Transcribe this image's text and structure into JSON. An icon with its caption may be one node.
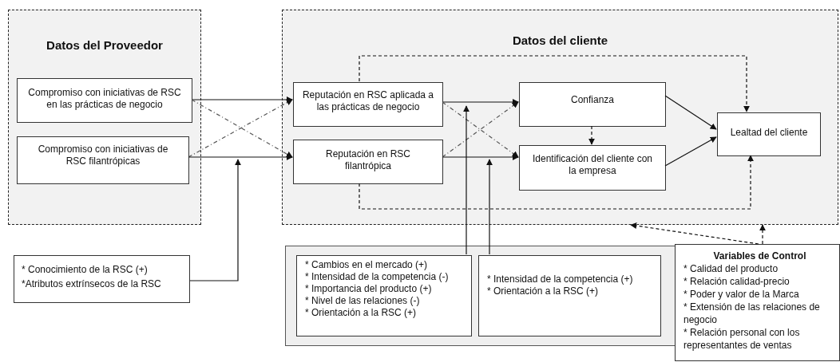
{
  "diagram": {
    "nodes": [
      {
        "text": [
          "Datos del Proveedor"
        ]
      },
      {
        "text": [
          "Compromiso con iniciativas de RSC en las prácticas de negocio"
        ],
        "in": 0
      },
      {
        "text": [
          "Compromiso con iniciativas de RSC filantrópicas"
        ],
        "in": 0
      },
      {
        "text": [
          "Datos del cliente"
        ]
      },
      {
        "text": [
          "Reputación en RSC aplicada a las prácticas de negocio"
        ],
        "in": 3
      },
      {
        "text": [
          "Reputación en RSC filantrópica"
        ],
        "in": 3
      },
      {
        "text": [
          "Confianza"
        ],
        "in": 3
      },
      {
        "text": [
          "Identificación del cliente con la empresa"
        ],
        "in": 3
      },
      {
        "text": [
          "Lealtad del cliente"
        ],
        "in": 3
      },
      {
        "text": [
          "* Conocimiento de la RSC (+)",
          "*Atributos extrínsecos de la RSC"
        ]
      },
      {
        "text": [],
        "shape": "box"
      },
      {
        "text": [
          "* Cambios en el mercado (+)",
          "* Intensidad de la competencia (-)",
          "* Importancia del producto (+)",
          "* Nivel de las relaciones (-)",
          "* Orientación a la RSC (+)"
        ],
        "in": 10
      },
      {
        "text": [
          "* Intensidad de la competencia (+)",
          "* Orientación a la RSC (+)"
        ],
        "in": 10
      },
      {
        "text": [
          "Variables de Control",
          "* Calidad del producto",
          "* Relación calidad-precio",
          "* Poder y valor de la Marca",
          "* Extensión de las relaciones de negocio",
          "* Relación personal con los representantes de ventas"
        ]
      }
    ],
    "edges": [
      {
        "from": 1,
        "to": 4,
        "arrow": "to"
      },
      {
        "from": 1,
        "to": 5,
        "arrow": "to",
        "style": "dashed",
        "color": "#555555"
      },
      {
        "from": 2,
        "to": 4,
        "arrow": "to",
        "style": "dashed",
        "color": "#555555"
      },
      {
        "from": 2,
        "to": 5,
        "arrow": "to"
      },
      {
        "from": 9,
        "to": null,
        "arrow": "to"
      },
      {
        "from": 4,
        "to": 6,
        "arrow": "to"
      },
      {
        "from": 4,
        "to": 7,
        "arrow": "to",
        "style": "dashed",
        "color": "#555555"
      },
      {
        "from": 5,
        "to": 6,
        "arrow": "to",
        "style": "dashed",
        "color": "#555555"
      },
      {
        "from": 5,
        "to": 7,
        "arrow": "to"
      },
      {
        "from": 11,
        "to": null,
        "arrow": "to"
      },
      {
        "from": 12,
        "to": null,
        "arrow": "to"
      },
      {
        "from": 6,
        "to": 7,
        "arrow": "to",
        "style": "dashed"
      },
      {
        "from": 6,
        "to": 8,
        "arrow": "to"
      },
      {
        "from": 7,
        "to": 8,
        "arrow": "to"
      },
      {
        "from": 4,
        "to": 8,
        "arrow": "to",
        "style": "dashed"
      },
      {
        "from": 5,
        "to": 8,
        "arrow": "to",
        "style": "dashed"
      },
      {
        "from": 13,
        "to": 3,
        "arrow": "to",
        "style": "dashed"
      },
      {
        "from": 13,
        "to": 3,
        "arrow": "to",
        "style": "dashed"
      }
    ]
  }
}
